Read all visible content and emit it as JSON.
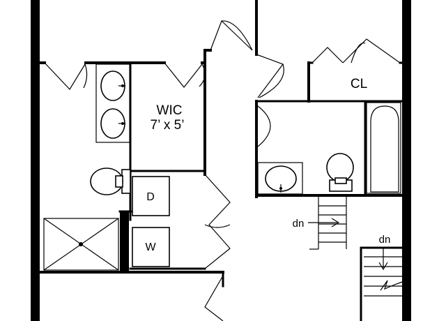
{
  "floor_plan": {
    "labels": {
      "wic_name": "WIC",
      "wic_size": "7’ x 5’",
      "closet": "CL",
      "dryer": "D",
      "washer": "W",
      "stair_down_left": "dn",
      "stair_down_right": "dn"
    },
    "colors": {
      "wall": "#000000",
      "background": "#ffffff"
    }
  }
}
